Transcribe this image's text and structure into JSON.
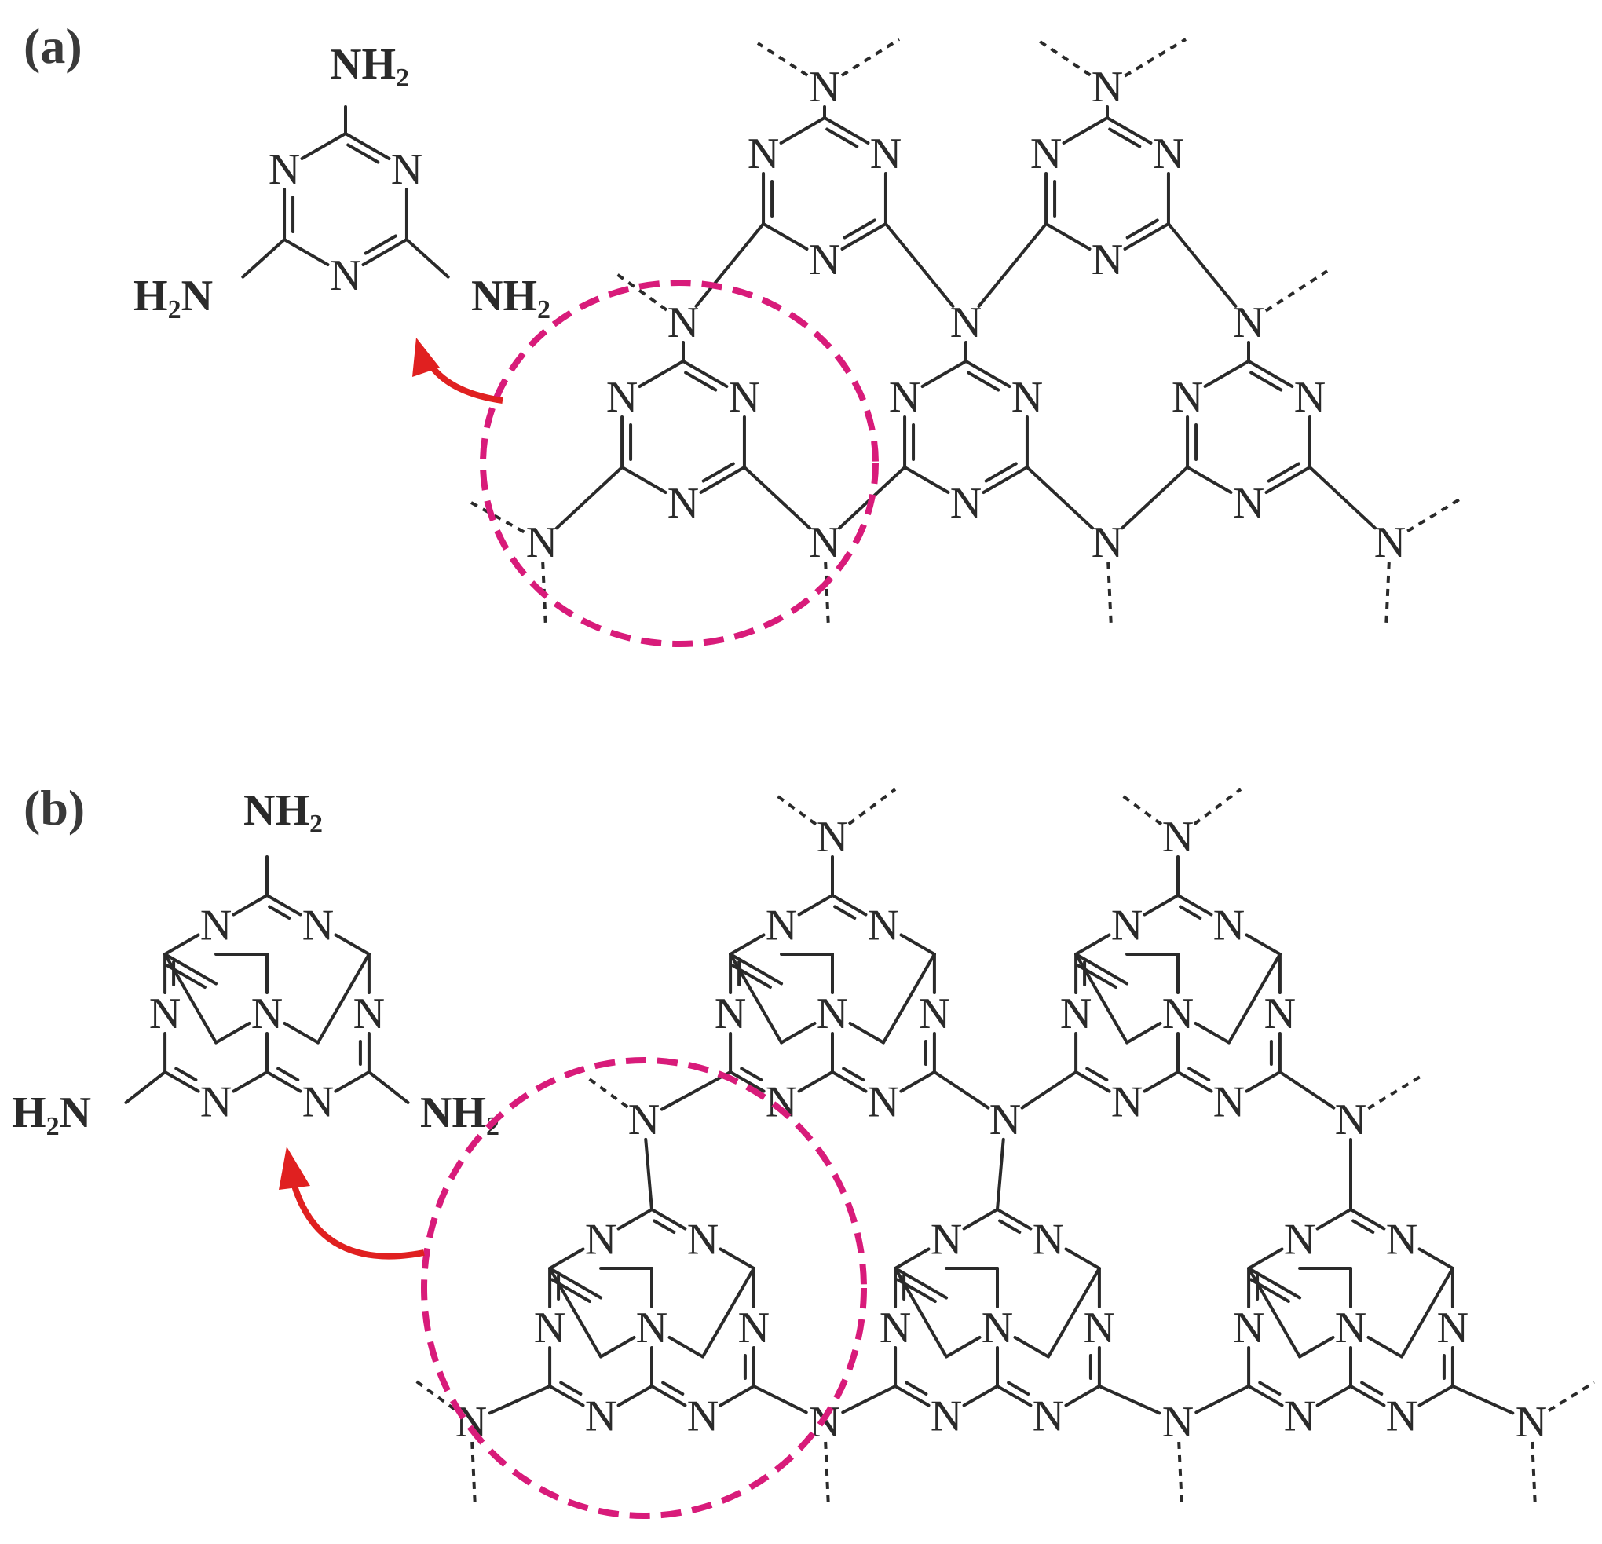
{
  "panels": [
    {
      "label": "(a)",
      "monomer": {
        "type": "triazine",
        "substituents": [
          {
            "formula": "NH2",
            "text": "NH",
            "sub": "2",
            "prefix": "",
            "suffix": "2"
          },
          {
            "formula": "H2N",
            "text": "H",
            "sub": "2",
            "tail": "N"
          },
          {
            "formula": "NH2",
            "text": "NH",
            "sub": "2"
          }
        ]
      },
      "polymer_unit": "tri-s-triazine-free triazine network (melem-type linkage)"
    },
    {
      "label": "(b)",
      "monomer": {
        "type": "heptazine",
        "substituents": [
          {
            "formula": "NH2",
            "text": "NH",
            "sub": "2"
          },
          {
            "formula": "H2N",
            "text": "H",
            "sub": "2",
            "tail": "N"
          },
          {
            "formula": "NH2",
            "text": "NH",
            "sub": "2"
          }
        ]
      },
      "polymer_unit": "heptazine network"
    }
  ],
  "atom_symbol": "N",
  "colors": {
    "highlight_circle": "#d81b7a",
    "arrow": "#e02020",
    "bonds": "#2a2a2a"
  }
}
